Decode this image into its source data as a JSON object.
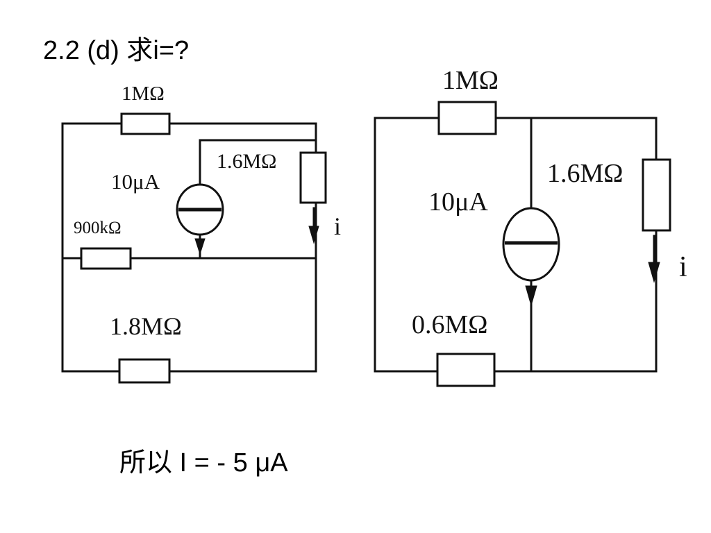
{
  "slide": {
    "title": "2.2 (d) 求i=?",
    "result": "所以 I = - 5 μA"
  },
  "left_circuit": {
    "r_top": "1MΩ",
    "r_right": "1.6MΩ",
    "source": "10μA",
    "r_mid": "900kΩ",
    "r_bottom": "1.8MΩ",
    "current": "i"
  },
  "right_circuit": {
    "r_top": "1MΩ",
    "r_right": "1.6MΩ",
    "source": "10μA",
    "r_bottom": "0.6MΩ",
    "current": "i"
  },
  "colors": {
    "ink": "#111111",
    "background": "#ffffff"
  }
}
